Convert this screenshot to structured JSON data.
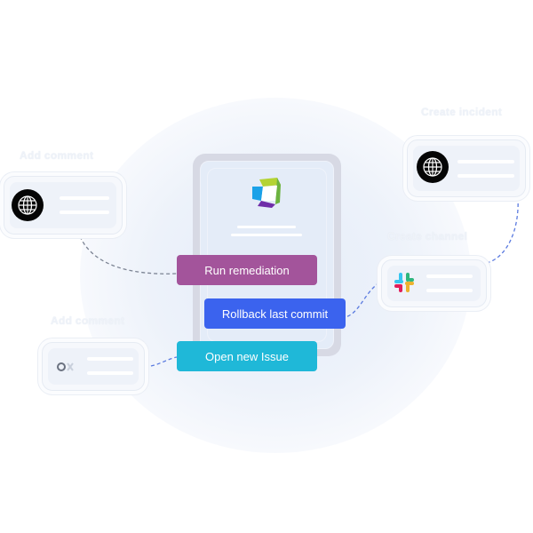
{
  "nodes": {
    "top_left": {
      "label": "Add comment",
      "icon": "globe-icon"
    },
    "top_right": {
      "label": "Create incident",
      "icon": "globe-icon"
    },
    "mid_right": {
      "label": "Create channel",
      "icon": "slack-icon"
    },
    "bottom_left": {
      "label": "Add comment",
      "icon": "github-icon"
    }
  },
  "actions": {
    "run_remediation": "Run remediation",
    "rollback": "Rollback last commit",
    "open_issue": "Open new Issue"
  },
  "colors": {
    "run_remediation": "#a3549b",
    "rollback": "#3b63ee",
    "open_issue": "#1fb8d8",
    "connector": "#5b7be0"
  }
}
